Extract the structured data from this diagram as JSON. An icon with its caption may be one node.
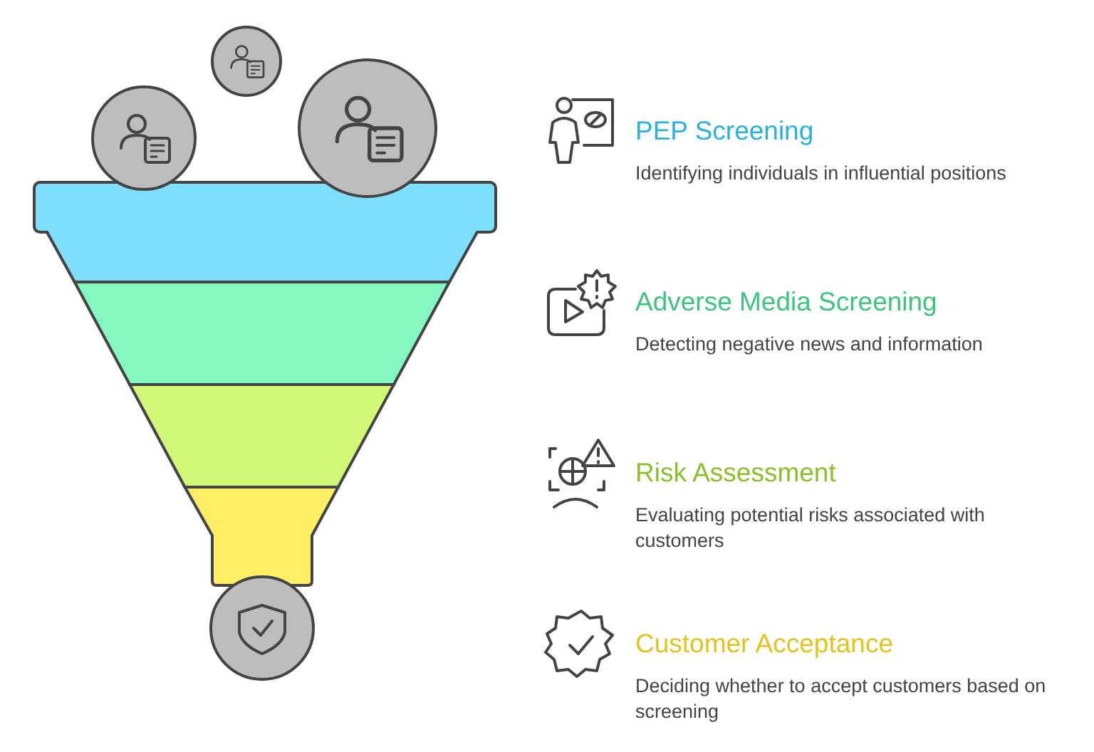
{
  "diagram": {
    "nodes": [
      {
        "text": [
          "PEP Screening",
          "Identifying individuals in influential positions"
        ]
      },
      {
        "text": [
          "Adverse Media Screening",
          "Detecting negative news and information"
        ]
      },
      {
        "text": [
          "Risk Assessment",
          "Evaluating potential risks associated with customers"
        ]
      },
      {
        "text": [
          "Customer Acceptance",
          "Deciding whether to accept customers based on screening"
        ]
      }
    ]
  }
}
